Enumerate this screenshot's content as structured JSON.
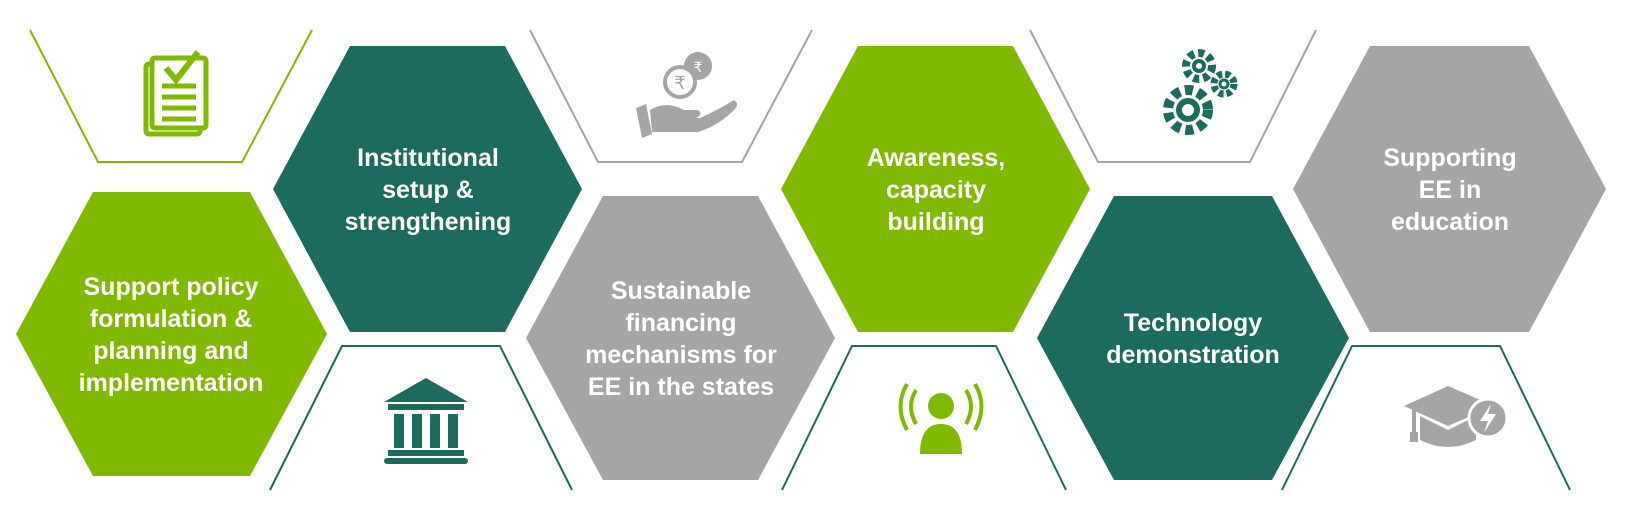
{
  "diagram": {
    "colors": {
      "green": "#7fba00",
      "dark_green": "#1c6b5e",
      "grey": "#a5a5a5",
      "text": "#ffffff"
    },
    "items": [
      {
        "text": "Support policy\nformulation &\nplanning and\nimplementation",
        "color": "green",
        "icon": "document-check-icon"
      },
      {
        "text": "Institutional\nsetup &\nstrengthening",
        "color": "dark_green",
        "icon": "bank-building-icon"
      },
      {
        "text": "Sustainable\nfinancing\nmechanisms for\nEE in the states",
        "color": "grey",
        "icon": "hand-rupee-coins-icon"
      },
      {
        "text": "Awareness,\ncapacity\nbuilding",
        "color": "green",
        "icon": "broadcast-person-icon"
      },
      {
        "text": "Technology\ndemonstration",
        "color": "dark_green",
        "icon": "gears-icon"
      },
      {
        "text": "Supporting\nEE in\neducation",
        "color": "grey",
        "icon": "graduation-cap-energy-icon"
      }
    ]
  }
}
